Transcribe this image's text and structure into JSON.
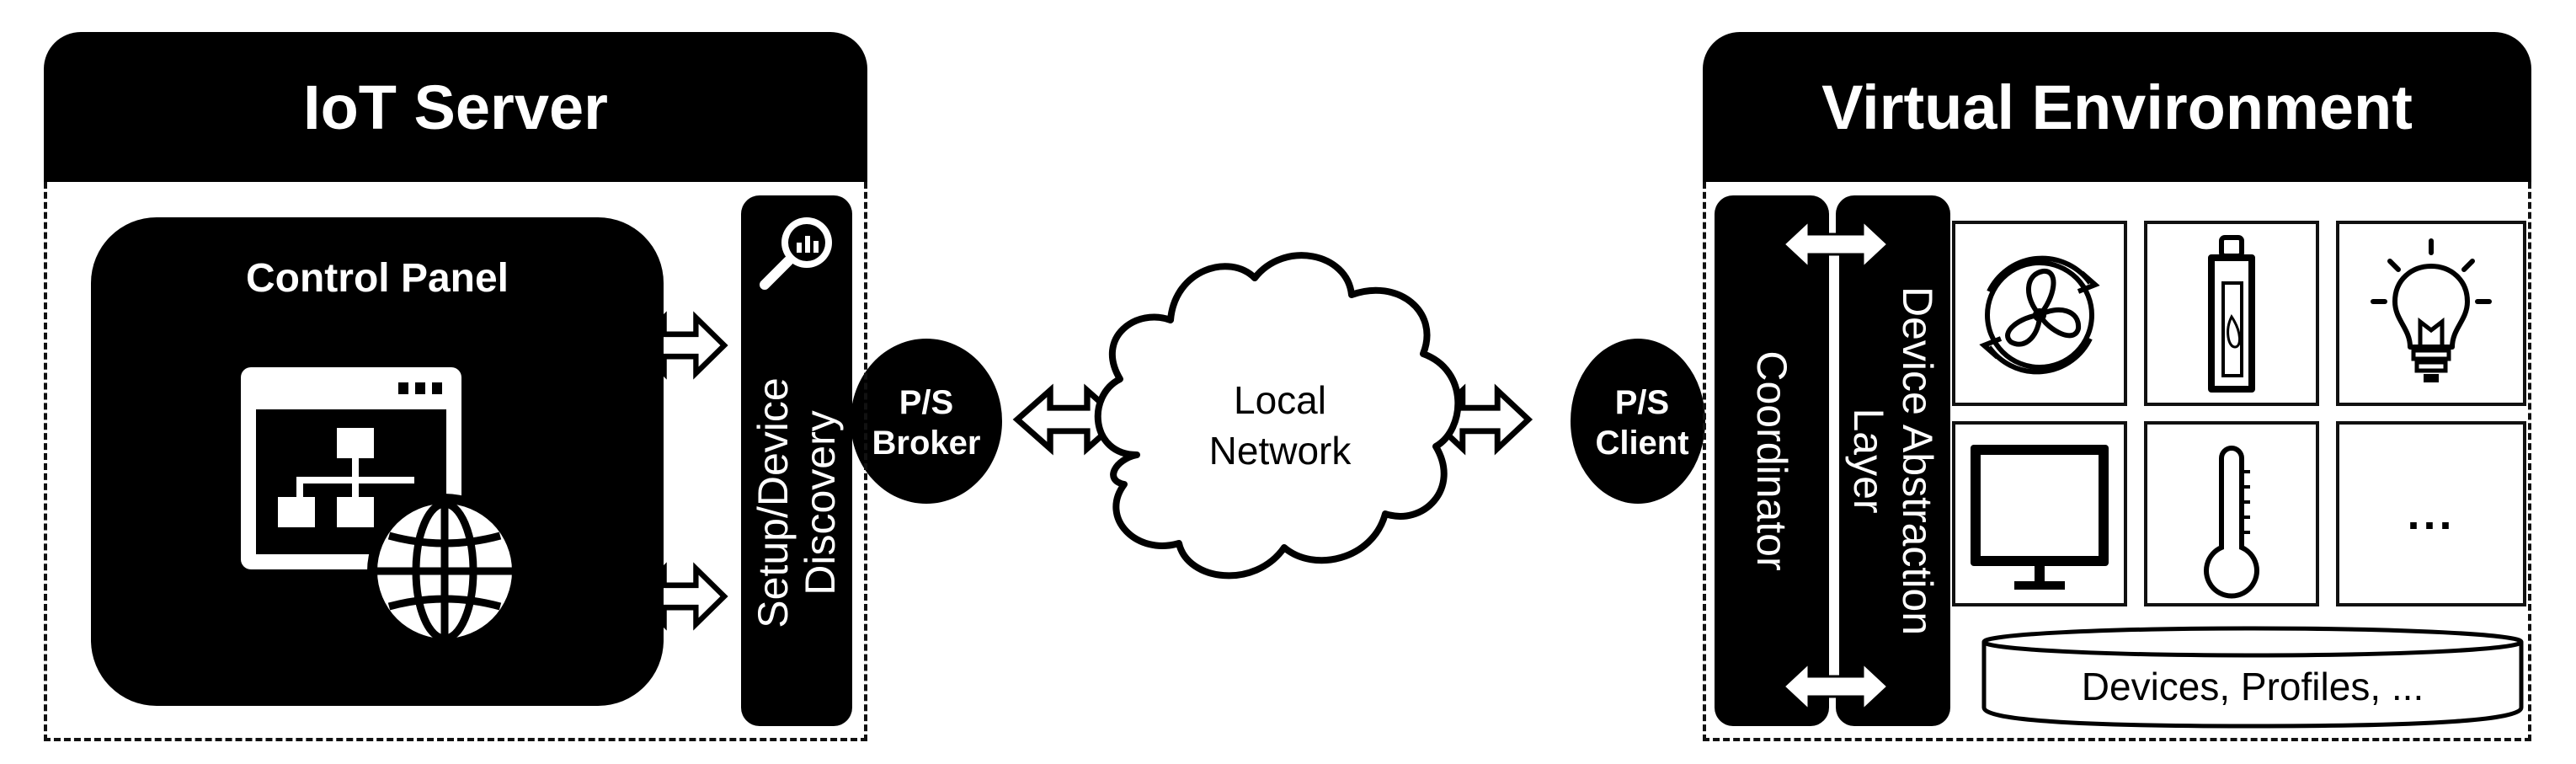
{
  "iot_server": {
    "title": "IoT Server",
    "control_panel": {
      "title": "Control Panel"
    },
    "setup_discovery": {
      "line1": "Setup/Device",
      "line2": "Discovery"
    },
    "broker": {
      "line1": "P/S",
      "line2": "Broker"
    }
  },
  "network": {
    "line1": "Local",
    "line2": "Network"
  },
  "virtual_env": {
    "title": "Virtual Environment",
    "client": {
      "line1": "P/S",
      "line2": "Client"
    },
    "coordinator": "Coordinator",
    "dal": {
      "line1": "Device Abstraction",
      "line2": "Layer"
    },
    "devices": [
      {
        "icon": "fan-icon"
      },
      {
        "icon": "bottle-icon"
      },
      {
        "icon": "lightbulb-icon"
      },
      {
        "icon": "monitor-icon"
      },
      {
        "icon": "thermometer-icon"
      },
      {
        "label": "..."
      }
    ],
    "storage": "Devices, Profiles, ..."
  }
}
